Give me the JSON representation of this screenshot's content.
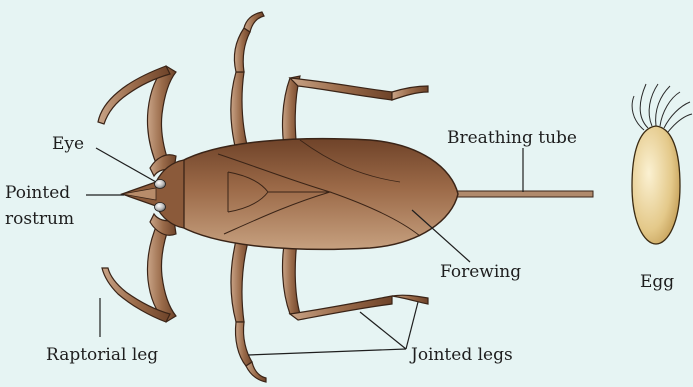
{
  "labels": {
    "eye": "Eye",
    "pointed_rostrum_line1": "Pointed",
    "pointed_rostrum_line2": "rostrum",
    "breathing_tube": "Breathing tube",
    "forewing": "Forewing",
    "egg": "Egg",
    "raptorial_leg": "Raptorial leg",
    "jointed_legs": "Jointed legs"
  },
  "colors": {
    "background": "#e6f4f3",
    "body_brown": "#8d5b3a",
    "body_light": "#c9a383",
    "outline": "#3a2417",
    "egg_fill": "#e3c98a",
    "leader_line": "#1e1e1e"
  }
}
